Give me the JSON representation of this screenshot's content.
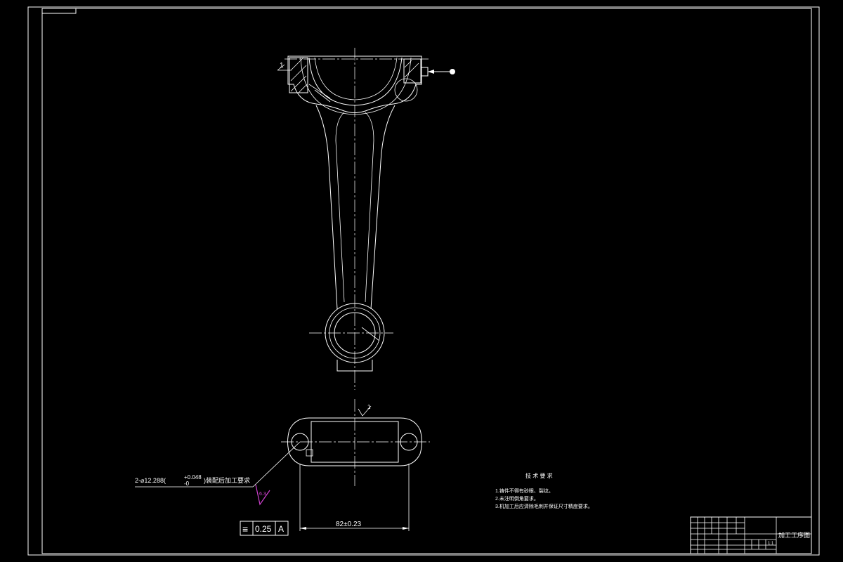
{
  "drawing": {
    "section_label": "1",
    "side_label": "1",
    "hole_callout": {
      "prefix": "2-⌀12.288(",
      "tol_upper": "+0.048",
      "tol_lower": "-0",
      "suffix": ")装配后加工要求"
    },
    "roughness_value": "6.3",
    "dimension_82": "82±0.23",
    "fcf": {
      "symbol": "≡",
      "value": "0.25",
      "datum": "A"
    },
    "tech_req": {
      "title": "技 术 要 求",
      "items": [
        "1.铸件不得有砂眼、裂纹。",
        "2.未注明倒角要求。",
        "3.机加工后应清除毛刺并保证尺寸精度要求。"
      ]
    },
    "title_block": {
      "drawing_title": "加工工序图",
      "scale_label": "1:1"
    }
  }
}
